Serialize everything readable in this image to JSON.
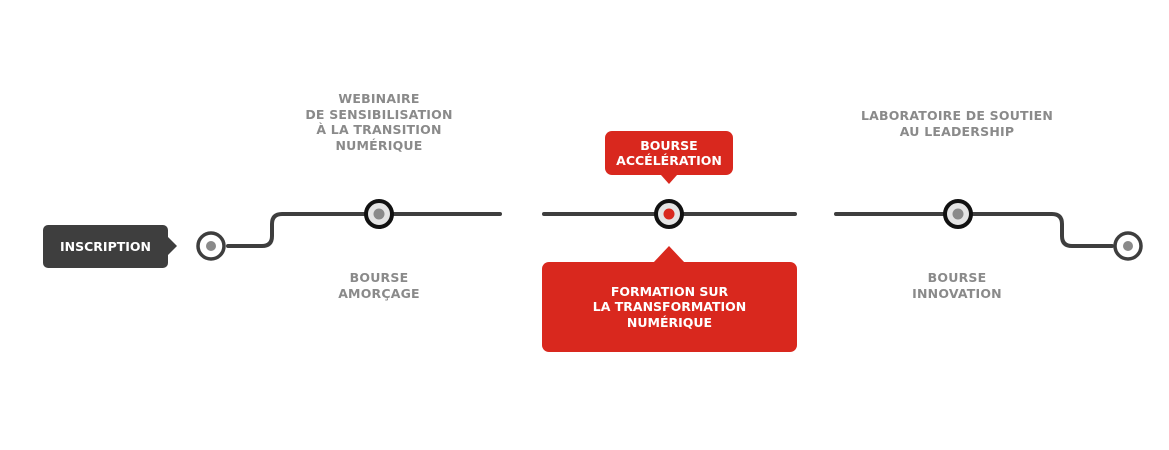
{
  "colors": {
    "dark": "#3e3e3e",
    "red": "#d9281e",
    "gray_text": "#8a8a8a",
    "node_fill": "#e4e4e4",
    "node_dot": "#8a8a8a"
  },
  "start": {
    "label": "INSCRIPTION"
  },
  "steps": [
    {
      "top": "WEBINAIRE\nDE SENSIBILISATION\nÀ LA TRANSITION\nNUMÉRIQUE",
      "bottom": "BOURSE\nAMORÇAGE"
    },
    {
      "top": "BOURSE\nACCÉLÉRATION",
      "bottom": "FORMATION SUR\nLA TRANSFORMATION\nNUMÉRIQUE",
      "highlighted": true
    },
    {
      "top": "LABORATOIRE DE SOUTIEN\nAU LEADERSHIP",
      "bottom": "BOURSE\nINNOVATION"
    }
  ]
}
